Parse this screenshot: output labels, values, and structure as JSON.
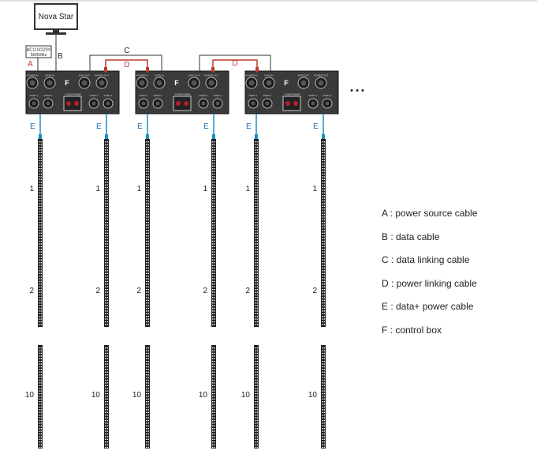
{
  "monitor": {
    "label": "Nova Star"
  },
  "power_source": {
    "label": "AC110/220V 50/60Hz",
    "line1": "AC110/220V",
    "line2": "50/60Hz"
  },
  "cable_letters": {
    "a": "A",
    "b": "B",
    "c": "C",
    "d": "D",
    "e": "E",
    "f": "F"
  },
  "control_box": {
    "f_label": "F",
    "top_labels": [
      "POWER IN",
      "DATA IN",
      "DATA OUT",
      "POWER OUT"
    ],
    "bottom_labels": [
      "PORT 1",
      "PORT 2",
      "FUSE",
      "POWER",
      "PORT 3",
      "PORT 4"
    ]
  },
  "continuation": "• • •",
  "strip_labels": [
    "1",
    "2",
    "10"
  ],
  "legend": [
    {
      "text": "A : power source cable"
    },
    {
      "text": "B : data cable"
    },
    {
      "text": "C : data linking cable"
    },
    {
      "text": "D : power linking cable"
    },
    {
      "text": "E : data+ power cable"
    },
    {
      "text": "F : control box"
    }
  ],
  "colors": {
    "power_cable": "#c0392b",
    "data_plus_power_cable": "#1a8fc4",
    "box_fill": "#3a3a3a",
    "strip_fill": "#1f1f1f",
    "label_red": "#c0392b",
    "label_blue": "#1a6fb0"
  }
}
